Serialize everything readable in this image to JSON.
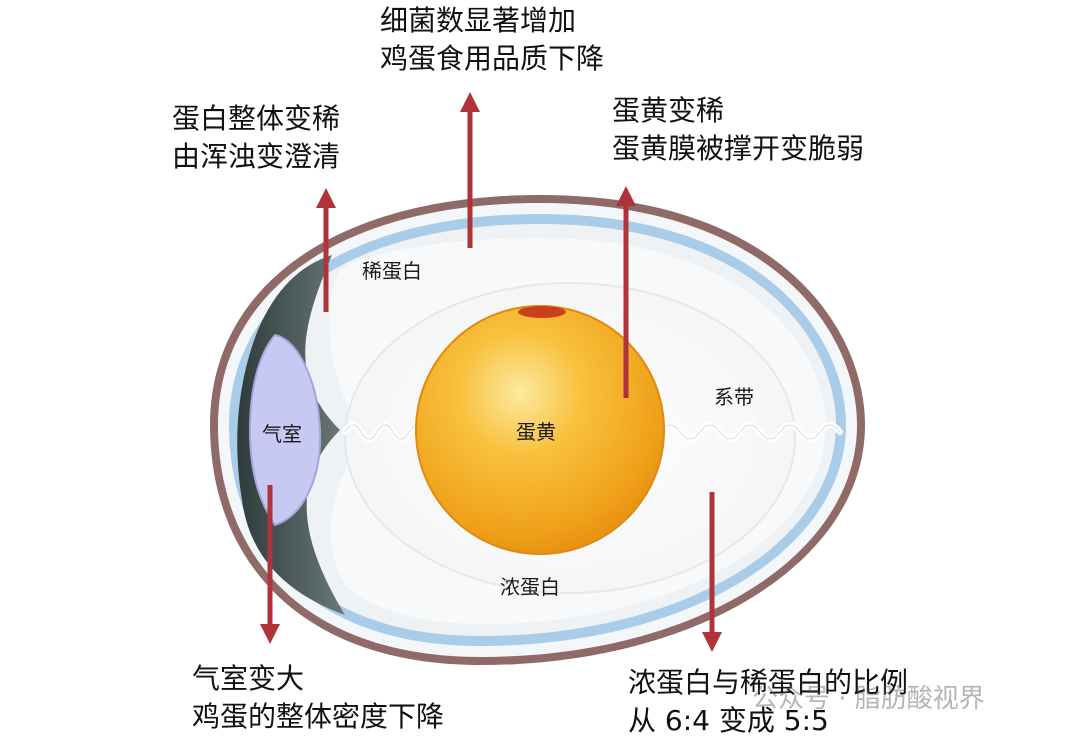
{
  "annotations": {
    "top_center": [
      "细菌数显著增加",
      "鸡蛋食用品质下降"
    ],
    "top_left": [
      "蛋白整体变稀",
      "由浑浊变澄清"
    ],
    "top_right": [
      "蛋黄变稀",
      "蛋黄膜被撑开变脆弱"
    ],
    "bottom_left": [
      "气室变大",
      "鸡蛋的整体密度下降"
    ],
    "bottom_right": [
      "浓蛋白与稀蛋白的比例",
      "从 6:4 变成 5:5"
    ]
  },
  "labels": {
    "thin_white": "稀蛋白",
    "air_cell": "气室",
    "yolk": "蛋黄",
    "chalaza": "系带",
    "thick_white": "浓蛋白"
  },
  "watermark": "公众号 · 脂肪酸视界",
  "colors": {
    "arrow": "#b0333a",
    "shell": "#8f6a66",
    "membrane": "#9dc3e0",
    "air_cell": "#c7c9f3",
    "yolk": "#f2a51c"
  }
}
